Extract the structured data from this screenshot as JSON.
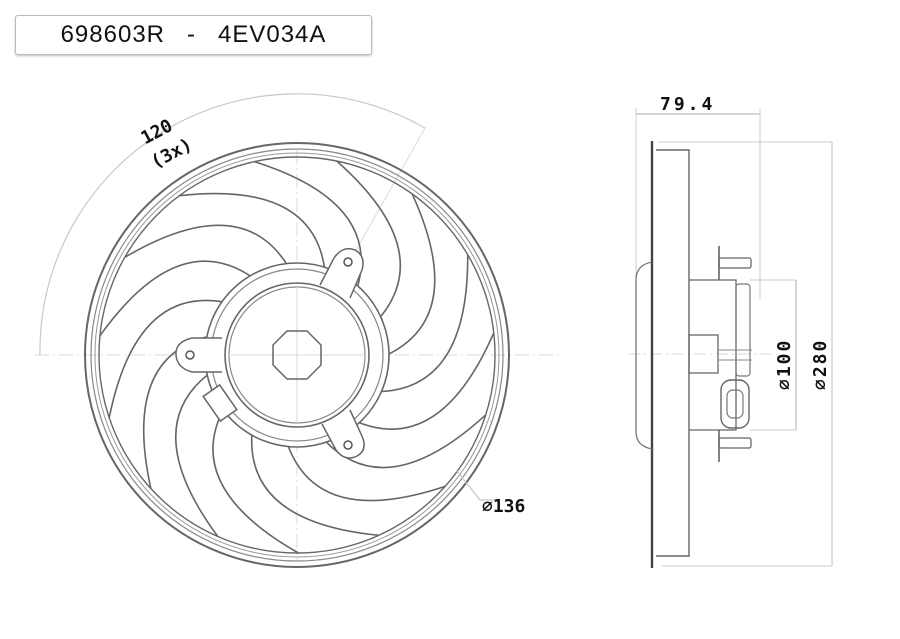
{
  "header": {
    "part_number": "698603R",
    "separator": "-",
    "ref_number": "4EV034A"
  },
  "front_view": {
    "angle_label": "120",
    "angle_count": "(3x)",
    "hub_diameter_label": "⌀136",
    "blade_count": 15,
    "mount_tabs": 3
  },
  "side_view": {
    "depth_label": "79.4",
    "motor_diameter_label": "⌀100",
    "fan_diameter_label": "⌀280"
  },
  "colors": {
    "line": "#555555",
    "construction": "#c8c8c8",
    "text": "#111111"
  }
}
